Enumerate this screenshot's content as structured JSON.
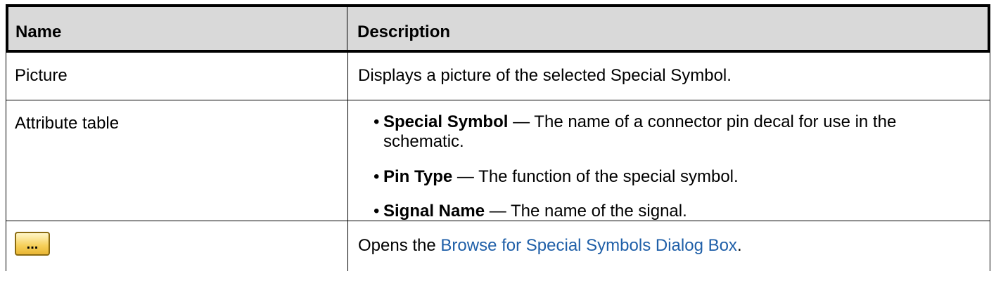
{
  "table": {
    "headers": {
      "name": "Name",
      "description": "Description"
    },
    "rows": [
      {
        "name": "Picture",
        "description": "Displays a picture of the selected Special Symbol."
      },
      {
        "name": "Attribute table",
        "bullets": [
          {
            "dot": "•",
            "term": "Special Symbol",
            "text": " — The name of a connector pin decal for use in the schematic."
          },
          {
            "dot": "•",
            "term": "Pin Type",
            "text": " — The function of the special symbol."
          },
          {
            "dot": "•",
            "term": "Signal Name",
            "text": " — The name of the signal."
          }
        ]
      },
      {
        "button_label": "...",
        "description_prefix": "Opens the ",
        "link_text": "Browse for Special Symbols Dialog Box",
        "description_suffix": "."
      }
    ]
  }
}
